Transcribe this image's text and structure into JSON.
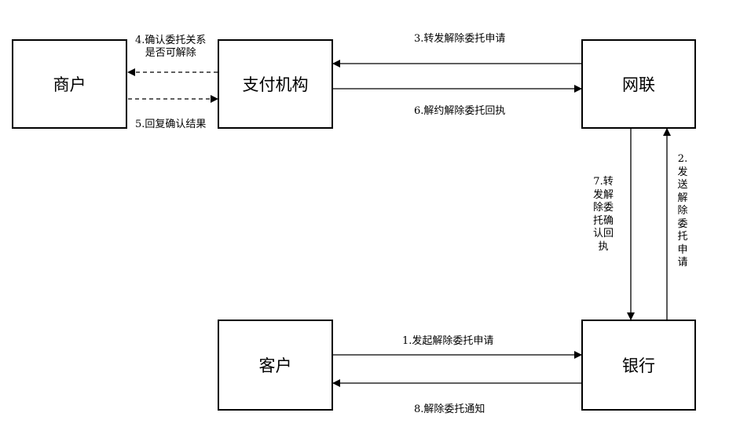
{
  "nodes": {
    "merchant": "商户",
    "payment_institution": "支付机构",
    "netunion": "网联",
    "customer": "客户",
    "bank": "银行"
  },
  "edges": {
    "step1": "1.发起解除委托申请",
    "step2": "2.\n发\n送\n解\n除\n委\n托\n申\n请",
    "step3": "3.转发解除委托申请",
    "step4": "4.确认委托关系\n是否可解除",
    "step5": "5.回复确认结果",
    "step6": "6.解约解除委托回执",
    "step7": "7.转\n发解\n除委\n托确\n认回\n执",
    "step8": "8.解除委托通知"
  }
}
